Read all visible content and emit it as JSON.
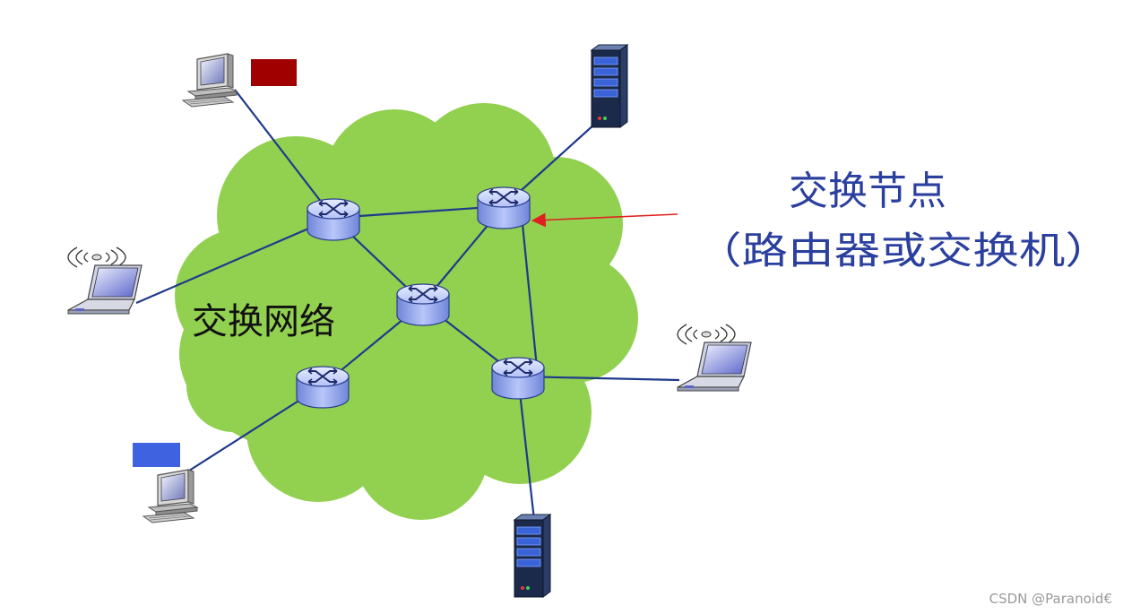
{
  "network_label": "交换网络",
  "callout": {
    "title": "交换节点",
    "subtitle": "（路由器或交换机）"
  },
  "watermark": "CSDN @Paranoid€",
  "colors": {
    "cloud": "#92d050",
    "link": "#1f3a8a",
    "router_top": "#c9d4ff",
    "router_body": "#8ea2e8",
    "callout_text": "#2b3f9e",
    "arrow": "#e02020",
    "tag_red": "#a00000",
    "tag_blue": "#3f63e0",
    "server": "#1b2a4a"
  },
  "icons": [
    "router-icon",
    "desktop-pc-icon",
    "laptop-wireless-icon",
    "server-icon"
  ]
}
